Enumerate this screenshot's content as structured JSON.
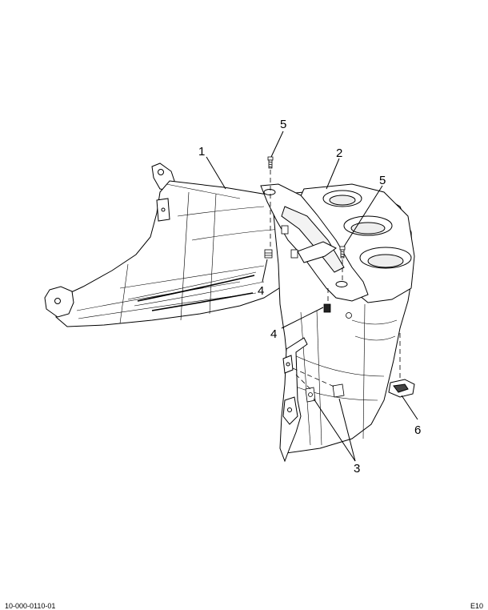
{
  "diagram": {
    "callouts": [
      {
        "id": "1",
        "label": "1"
      },
      {
        "id": "2",
        "label": "2"
      },
      {
        "id": "3",
        "label": "3"
      },
      {
        "id": "4a",
        "label": "4"
      },
      {
        "id": "4b",
        "label": "4"
      },
      {
        "id": "5a",
        "label": "5"
      },
      {
        "id": "5b",
        "label": "5"
      },
      {
        "id": "6",
        "label": "6"
      }
    ]
  },
  "footer": {
    "left": "10-000-0110-01",
    "right": "E10"
  },
  "colors": {
    "line": "#000000",
    "fill": "#ffffff",
    "shade": "#e6e6e6"
  }
}
